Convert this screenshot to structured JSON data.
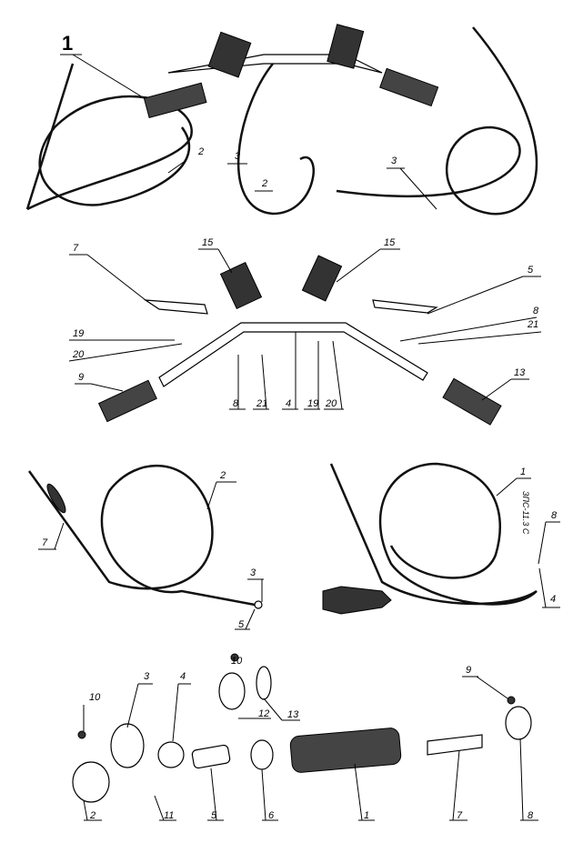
{
  "figure_number": "1",
  "top_assembly": {
    "labels": [
      "2",
      "3",
      "2",
      "3"
    ]
  },
  "handlebar_parts": {
    "labels": [
      "7",
      "15",
      "15",
      "5",
      "19",
      "20",
      "8",
      "21",
      "9",
      "8",
      "21",
      "4",
      "19",
      "20",
      "13"
    ]
  },
  "cables": {
    "left_labels": [
      "2",
      "7",
      "3",
      "5"
    ],
    "right_labels": [
      "1",
      "8",
      "4"
    ],
    "stamp_text": "ЗПС-11.3 С"
  },
  "throttle_parts": {
    "labels": [
      "10",
      "3",
      "4",
      "10",
      "12",
      "13",
      "9",
      "2",
      "11",
      "5",
      "6",
      "1",
      "7",
      "8"
    ]
  }
}
